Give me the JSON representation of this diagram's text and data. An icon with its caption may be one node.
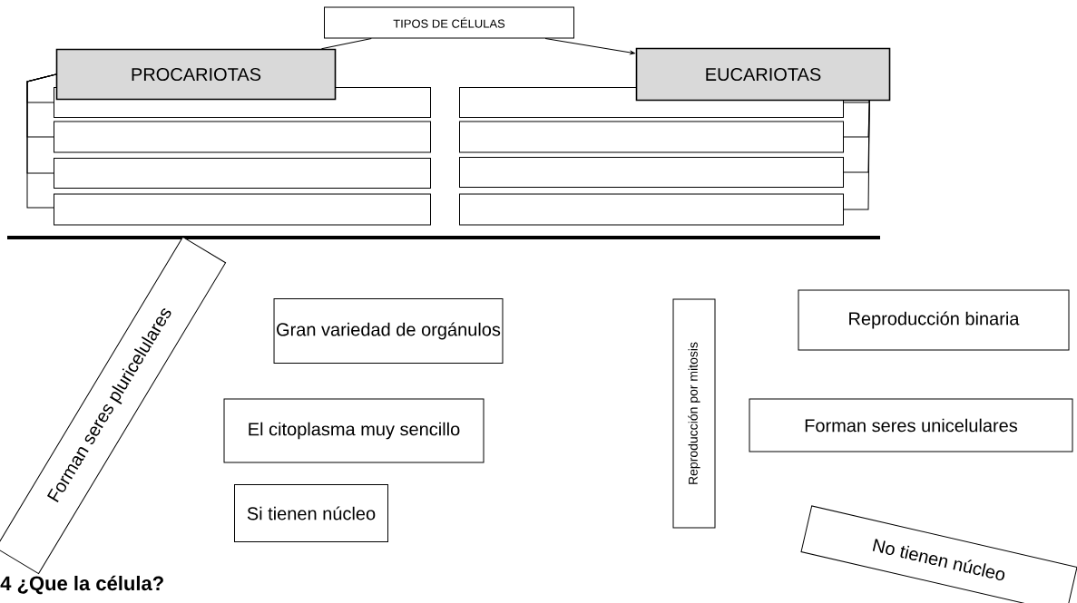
{
  "diagram": {
    "nodes": [
      {
        "text": [
          "TIPOS DE  CÉLULAS"
        ]
      },
      {
        "text": [
          "PROCARIOTAS"
        ]
      },
      {
        "text": [
          "EUCARIOTAS"
        ]
      },
      {
        "text": [],
        "shape": "box"
      },
      {
        "text": [],
        "shape": "box"
      },
      {
        "text": [],
        "shape": "box"
      },
      {
        "text": [],
        "shape": "box"
      },
      {
        "text": [],
        "shape": "box"
      },
      {
        "text": [],
        "shape": "box"
      },
      {
        "text": [],
        "shape": "box"
      },
      {
        "text": [],
        "shape": "box"
      },
      {
        "text": [
          "Forman seres pluricelulares"
        ]
      },
      {
        "text": [
          "Gran variedad de orgánulos"
        ]
      },
      {
        "text": [
          "Reproducción por mitosis"
        ]
      },
      {
        "text": [
          "Reproducción binaria"
        ]
      },
      {
        "text": [
          "El citoplasma muy sencillo"
        ]
      },
      {
        "text": [
          "Forman seres unicelulares"
        ]
      },
      {
        "text": [
          "Si tienen núcleo"
        ]
      },
      {
        "text": [
          "No tienen núcleo"
        ]
      }
    ],
    "edges": [
      {
        "from": 0,
        "to": 1,
        "arrow": "none"
      },
      {
        "from": 0,
        "to": 2,
        "arrow": "to"
      },
      {
        "from": 1,
        "to": 3,
        "arrow": "none"
      },
      {
        "from": 1,
        "to": 4,
        "arrow": "none"
      },
      {
        "from": 1,
        "to": 5,
        "arrow": "none"
      },
      {
        "from": 1,
        "to": 6,
        "arrow": "none"
      },
      {
        "from": 2,
        "to": 7,
        "arrow": "none"
      },
      {
        "from": 2,
        "to": 8,
        "arrow": "none"
      },
      {
        "from": 2,
        "to": 9,
        "arrow": "none"
      },
      {
        "from": 2,
        "to": 10,
        "arrow": "none"
      }
    ],
    "labels": [
      "4 ¿Que la célula?"
    ]
  }
}
